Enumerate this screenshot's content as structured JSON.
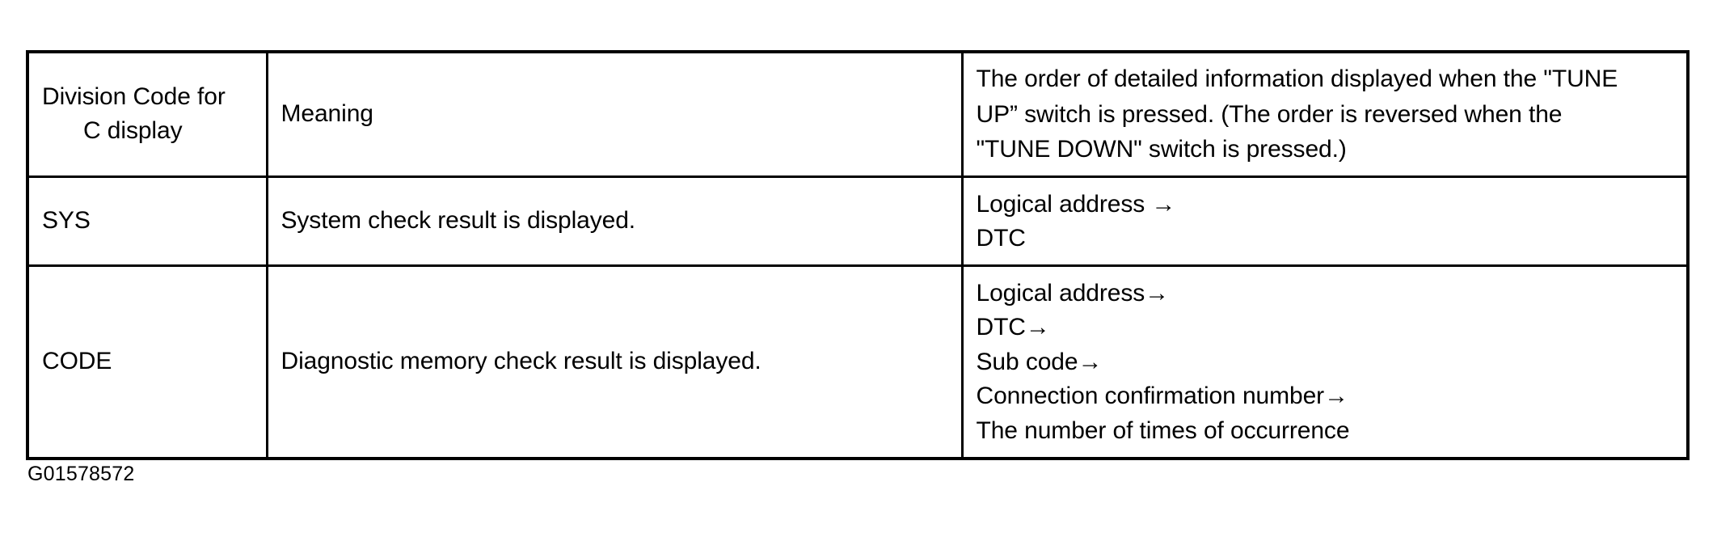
{
  "document": {
    "caption": "G01578572"
  },
  "table": {
    "headers": {
      "col1_line1": "Division Code for",
      "col1_line2": "C display",
      "col2": "Meaning",
      "col3_line1": "The order of detailed information displayed when the \"TUNE",
      "col3_line2": "UP” switch is pressed. (The order is reversed when the",
      "col3_line3": "\"TUNE DOWN\" switch is pressed.)"
    },
    "rows": [
      {
        "code": "SYS",
        "meaning": "System check result is displayed.",
        "order": [
          "Logical address →",
          "DTC"
        ]
      },
      {
        "code": "CODE",
        "meaning": "Diagnostic memory check result is displayed.",
        "order": [
          "Logical address→",
          "DTC→",
          "Sub code→",
          "Connection confirmation number→",
          "The number of times of occurrence"
        ]
      }
    ]
  },
  "colors": {
    "ink": "#000000",
    "paper": "#ffffff"
  }
}
